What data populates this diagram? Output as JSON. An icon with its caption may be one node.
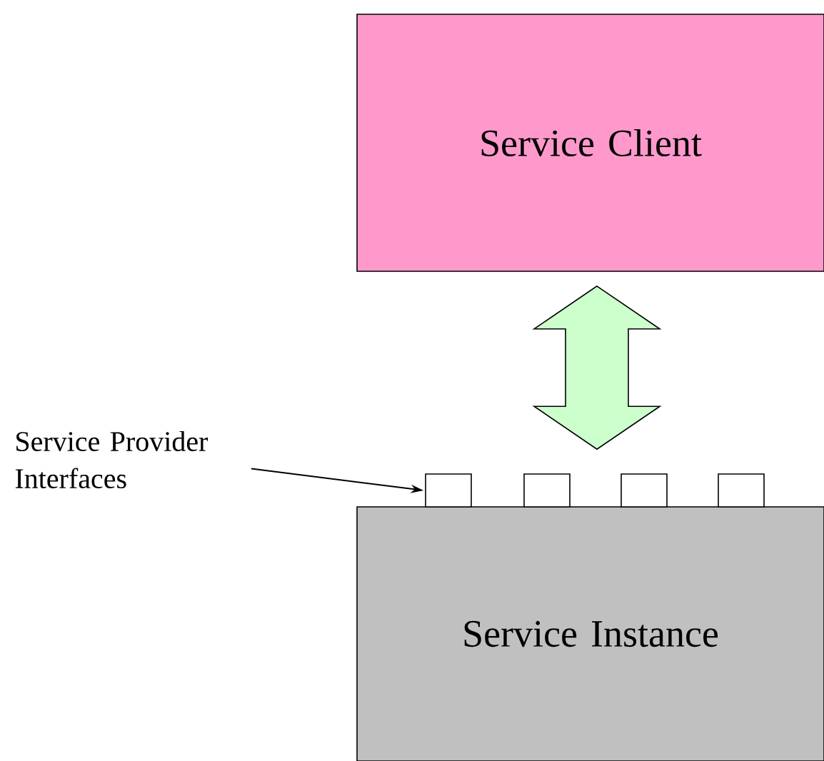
{
  "diagram": {
    "nodes": [
      {
        "text": [
          "Service Client"
        ]
      },
      {
        "text": [
          "Service Instance"
        ]
      },
      {
        "text": [],
        "shape": "box"
      },
      {
        "text": [],
        "shape": "box"
      },
      {
        "text": [],
        "shape": "box"
      },
      {
        "text": [],
        "shape": "box"
      },
      {
        "text": [
          "Service Provider Interfaces"
        ]
      }
    ],
    "edges": [
      {
        "from": 0,
        "to": 1,
        "arrow": "both"
      },
      {
        "from": 6,
        "to": 2,
        "arrow": "to"
      }
    ]
  }
}
